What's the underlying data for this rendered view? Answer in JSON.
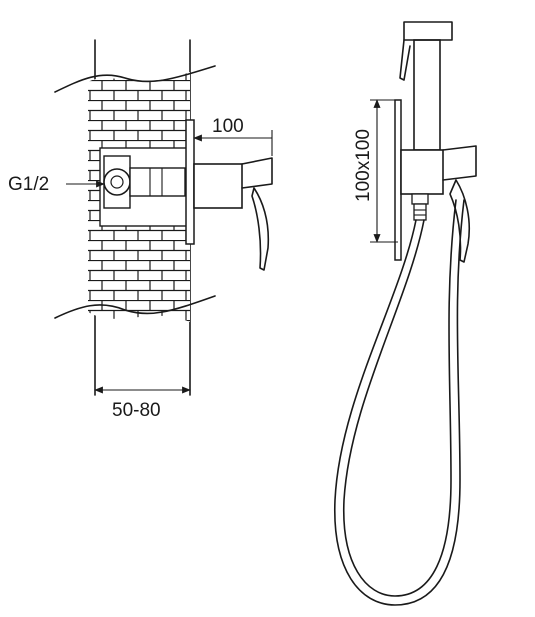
{
  "dimensions": {
    "projection": "100",
    "thread": "G1/2",
    "wall_depth": "50-80",
    "plate_size": "100x100"
  }
}
